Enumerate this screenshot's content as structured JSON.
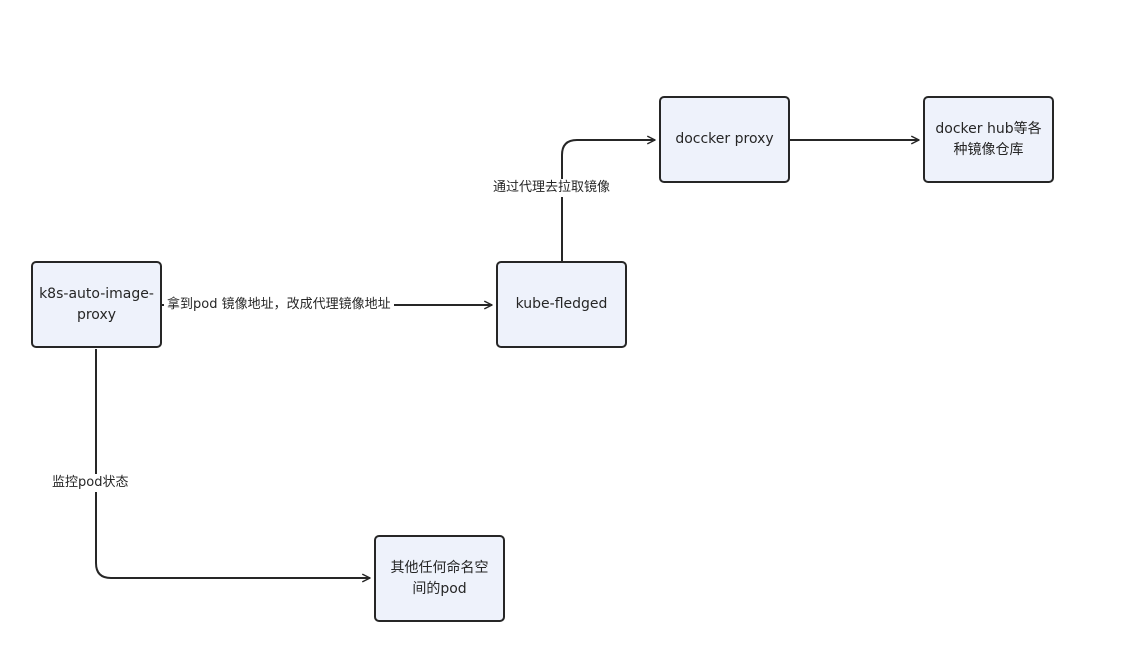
{
  "nodes": {
    "k8s_auto_image_proxy": {
      "label": "k8s-auto-image-\nproxy"
    },
    "kube_fledged": {
      "label": "kube-fledged"
    },
    "docker_proxy": {
      "label": "doccker proxy"
    },
    "docker_hub": {
      "label": "docker hub等各\n种镜像仓库"
    },
    "other_pods": {
      "label": "其他任何命名空\n间的pod"
    }
  },
  "edges": {
    "rewrite": {
      "label": "拿到pod 镜像地址，改成代理镜像地址"
    },
    "pull": {
      "label": "通过代理去拉取镜像"
    },
    "monitor": {
      "label": "监控pod状态"
    }
  },
  "colors": {
    "node_fill": "#eef2fb",
    "stroke": "#262626"
  }
}
